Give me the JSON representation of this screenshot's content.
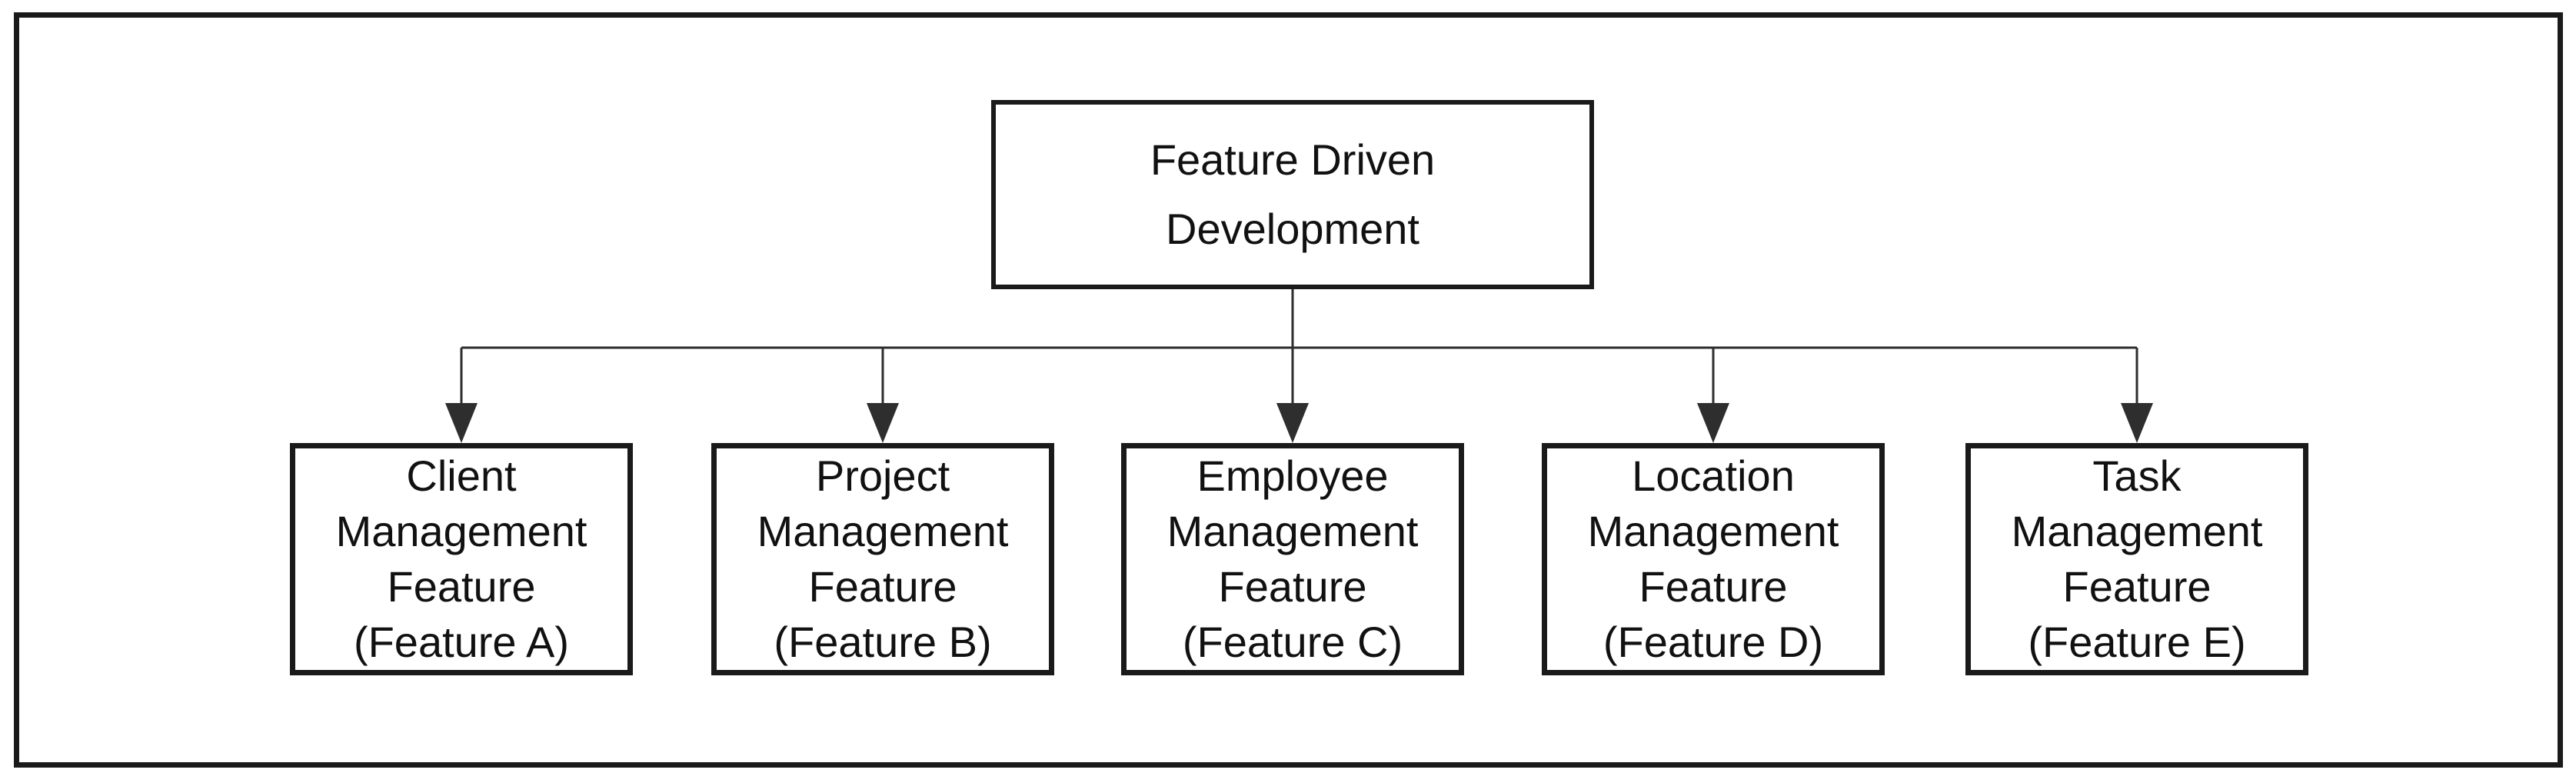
{
  "diagram": {
    "root": {
      "label": "Feature Driven\nDevelopment"
    },
    "children": [
      {
        "id": "feature-a",
        "label": "Client\nManagement\nFeature\n(Feature A)"
      },
      {
        "id": "feature-b",
        "label": "Project\nManagement\nFeature\n(Feature B)"
      },
      {
        "id": "feature-c",
        "label": "Employee\nManagement\nFeature\n(Feature C)"
      },
      {
        "id": "feature-d",
        "label": "Location\nManagement\nFeature\n(Feature D)"
      },
      {
        "id": "feature-e",
        "label": "Task\nManagement\nFeature\n(Feature E)"
      }
    ],
    "colors": {
      "background": "#ffffff",
      "border": "#1a1a1a",
      "text": "#111111",
      "connector": "#2e2e2e"
    }
  }
}
